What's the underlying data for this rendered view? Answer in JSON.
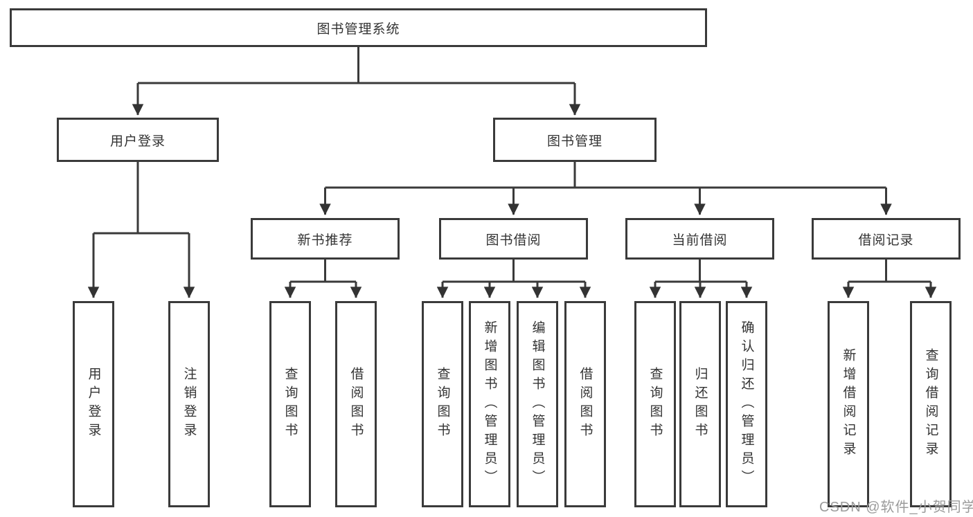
{
  "tree": {
    "label": "图书管理系统",
    "children": [
      {
        "label": "用户登录",
        "children": [
          {
            "label": "用户登录"
          },
          {
            "label": "注销登录"
          }
        ]
      },
      {
        "label": "图书管理",
        "children": [
          {
            "label": "新书推荐",
            "children": [
              {
                "label": "查询图书"
              },
              {
                "label": "借阅图书"
              }
            ]
          },
          {
            "label": "图书借阅",
            "children": [
              {
                "label": "查询图书"
              },
              {
                "label": "新增图书（管理员）"
              },
              {
                "label": "编辑图书（管理员）"
              },
              {
                "label": "借阅图书"
              }
            ]
          },
          {
            "label": "当前借阅",
            "children": [
              {
                "label": "查询图书"
              },
              {
                "label": "归还图书"
              },
              {
                "label": "确认归还（管理员）"
              }
            ]
          },
          {
            "label": "借阅记录",
            "children": [
              {
                "label": "新增借阅记录"
              },
              {
                "label": "查询借阅记录"
              }
            ]
          }
        ]
      }
    ]
  },
  "watermark": {
    "text": "CSDN @软件_小贺同学"
  },
  "colors": {
    "line": "#3a3a3a",
    "text": "#333333",
    "box_background": "#ffffff",
    "page_background": "#ffffff",
    "watermark": "#9b9b9b"
  }
}
